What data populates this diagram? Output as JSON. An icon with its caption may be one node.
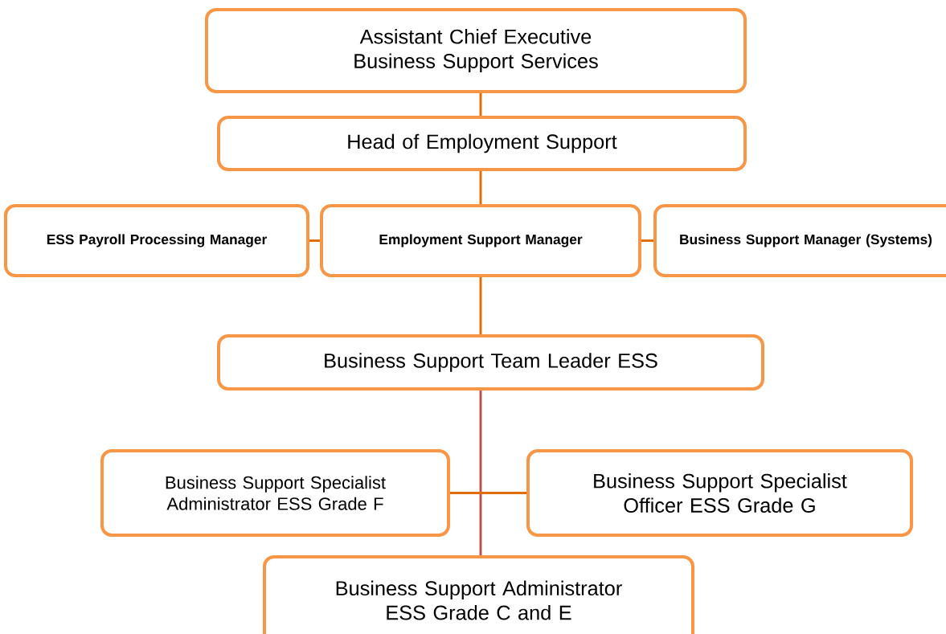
{
  "diagram": {
    "nodes": [
      {
        "text": [
          "Assistant Chief Executive Business Support Services"
        ]
      },
      {
        "text": [
          "Head of Employment Support"
        ]
      },
      {
        "text": [
          "ESS Payroll Processing Manager"
        ]
      },
      {
        "text": [
          "Employment Support Manager"
        ]
      },
      {
        "text": [
          "Business Support Manager (Systems)"
        ]
      },
      {
        "text": [
          "Business Support Team Leader ESS"
        ]
      },
      {
        "text": [
          "Business Support Specialist Administrator ESS Grade F"
        ]
      },
      {
        "text": [
          "Business Support Specialist Officer ESS Grade G"
        ]
      },
      {
        "text": [
          "Business Support Administrator ESS Grade C and E"
        ]
      }
    ],
    "edges": [
      {
        "from": 0,
        "to": 1,
        "arrow": "none"
      },
      {
        "from": 1,
        "to": 3,
        "arrow": "none"
      },
      {
        "from": 2,
        "to": 3,
        "arrow": "none"
      },
      {
        "from": 3,
        "to": 4,
        "arrow": "none"
      },
      {
        "from": 3,
        "to": 5,
        "arrow": "none"
      },
      {
        "from": 5,
        "to": 8,
        "arrow": "none",
        "color": "#c0504d"
      },
      {
        "from": 6,
        "to": 7,
        "arrow": "none"
      }
    ]
  }
}
